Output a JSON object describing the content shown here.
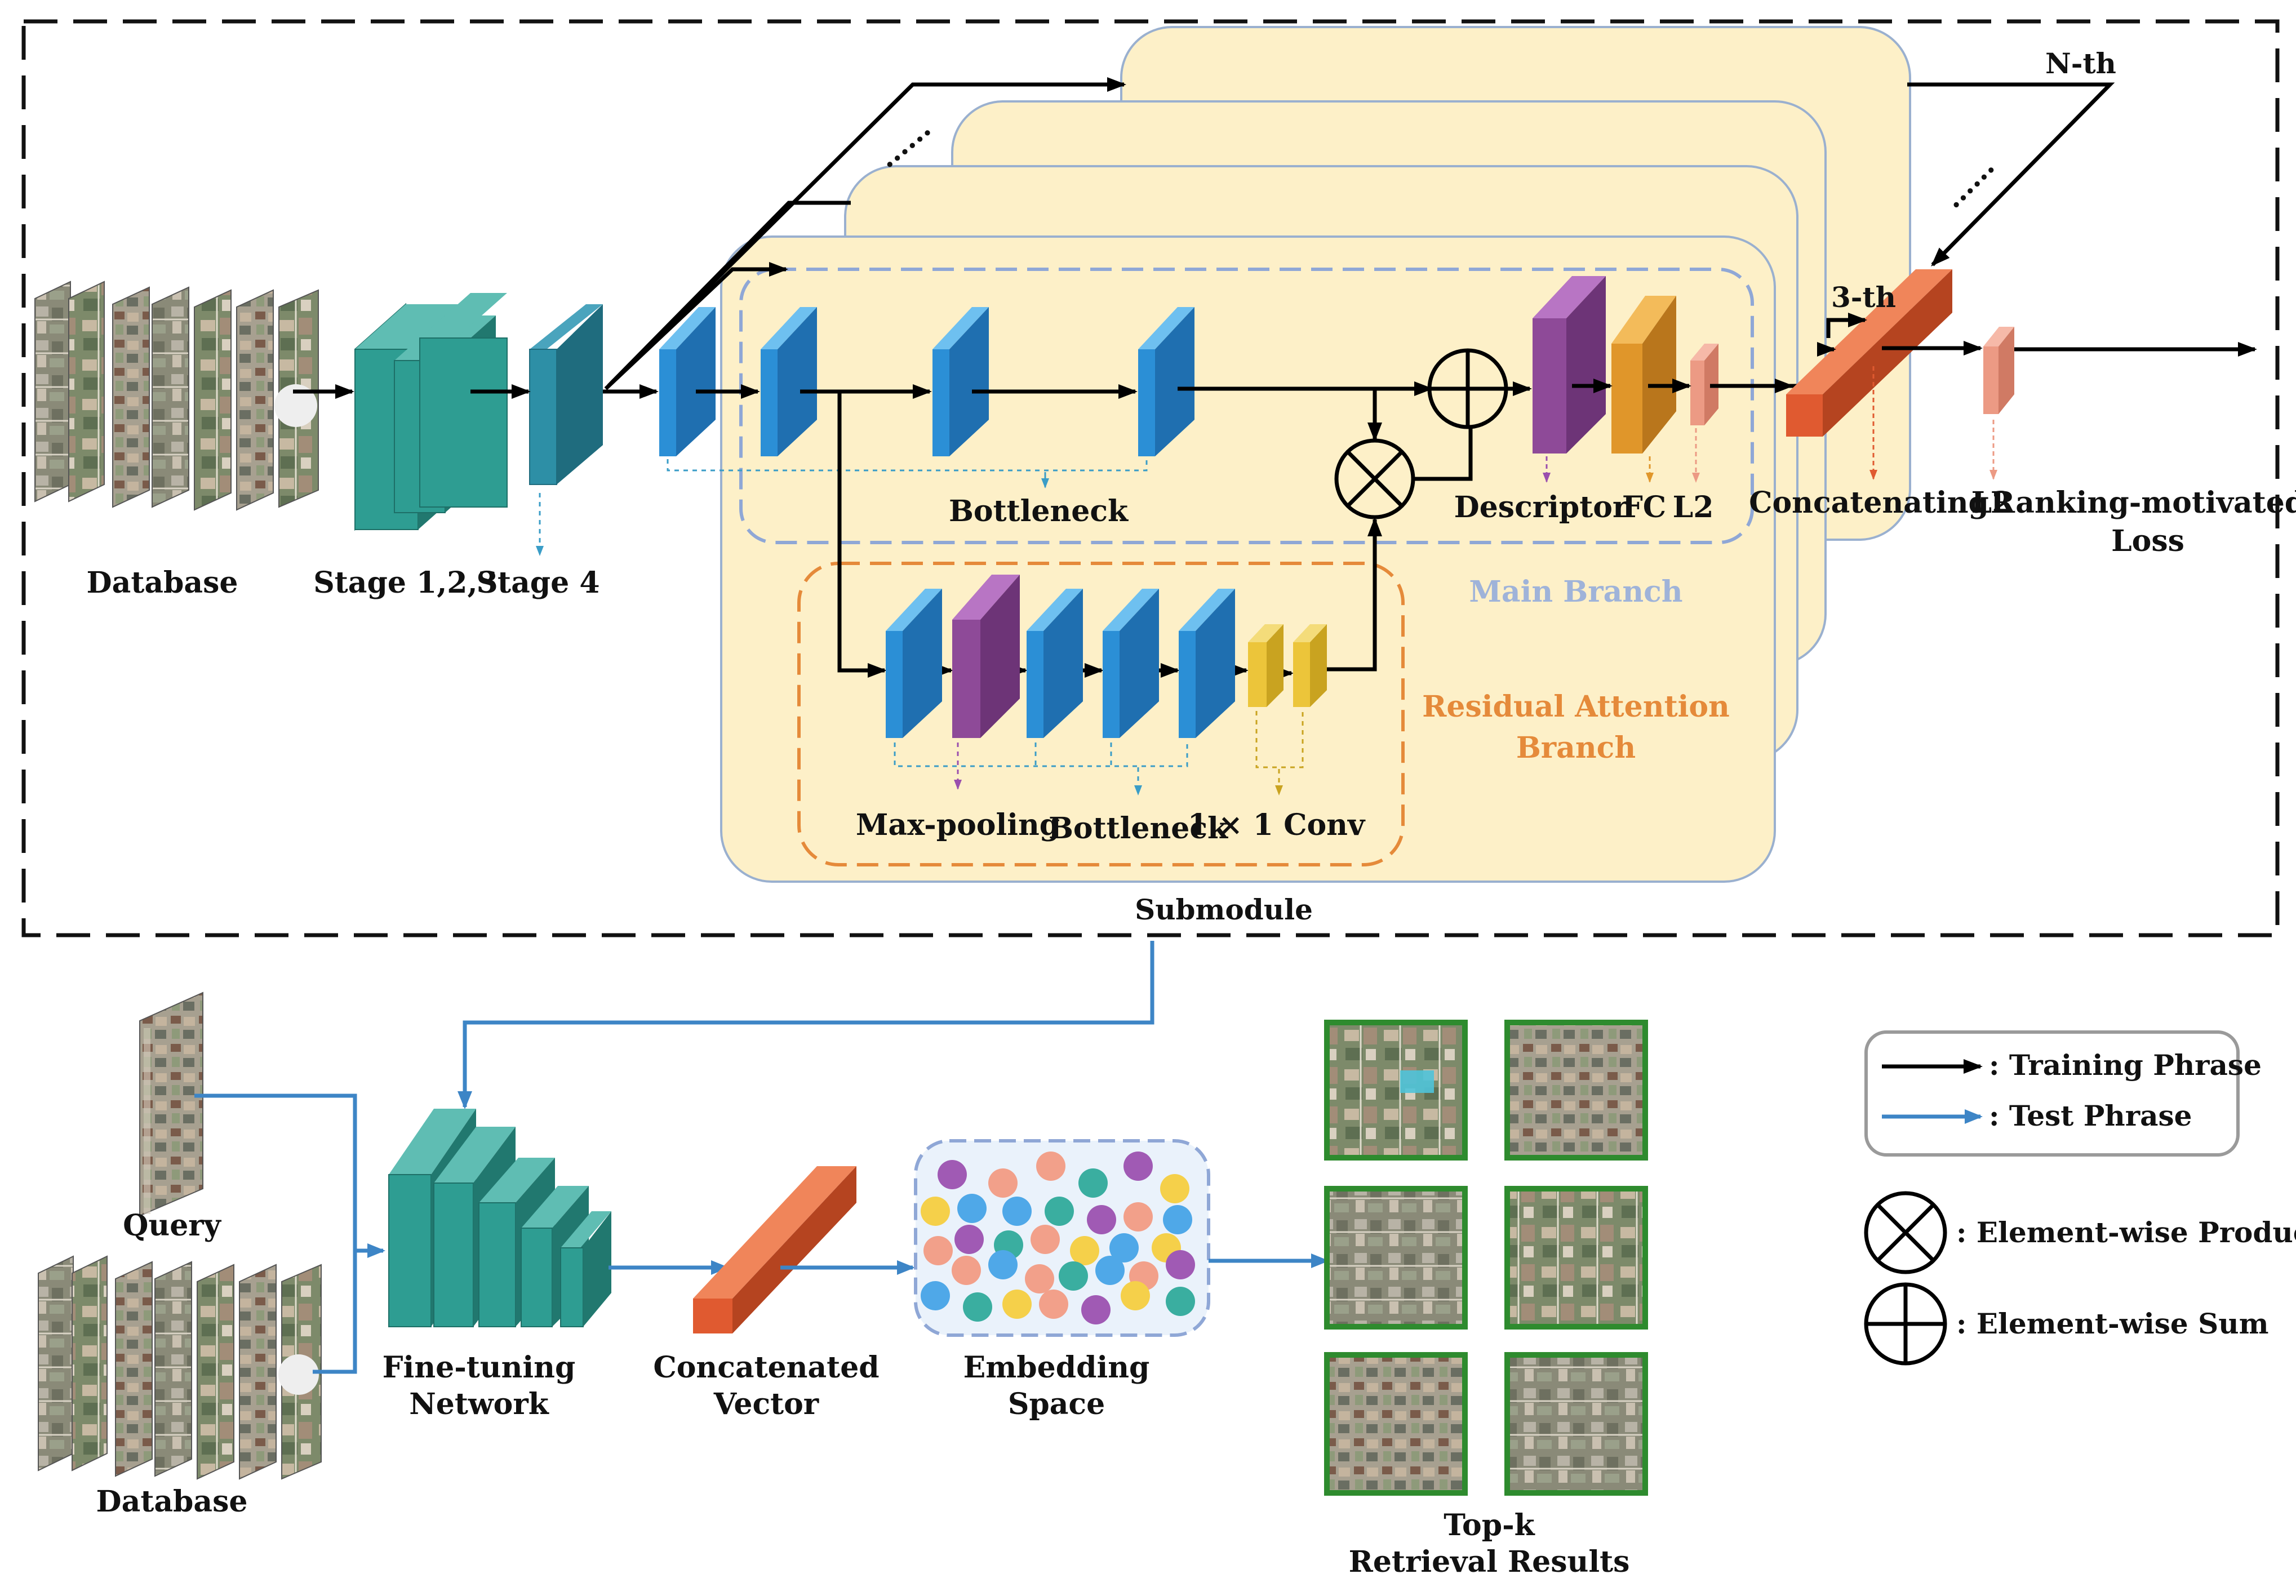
{
  "labels": {
    "database_top": "Database",
    "stage123": "Stage 1,2,3",
    "stage4": "Stage 4",
    "bottleneck_main": "Bottleneck",
    "descriptor": "Descriptor",
    "fc": "FC",
    "l2_inner": "L2",
    "concatenating": "Concatenating",
    "l2_outer": "L2",
    "ranking_loss_line1": "Ranking-motivated",
    "ranking_loss_line2": "Loss",
    "main_branch": "Main Branch",
    "residual_line1": "Residual Attention",
    "residual_line2": "Branch",
    "maxpooling": "Max-pooling",
    "bottleneck_residual": "Bottleneck",
    "conv": "1 × 1 Conv",
    "submodule": "Submodule",
    "nth": "N-th",
    "third": "3-th",
    "dots1": "......",
    "dots2": "......",
    "query": "Query",
    "database_bottom": "Database",
    "finetune_line1": "Fine-tuning",
    "finetune_line2": "Network",
    "concat_vec_line1": "Concatenated",
    "concat_vec_line2": "Vector",
    "embedding_line1": "Embedding",
    "embedding_line2": "Space",
    "topk_line1": "Top-k",
    "topk_line2": "Retrieval Results"
  },
  "legend": {
    "training": ": Training Phrase",
    "test": ": Test Phrase",
    "product": ": Element-wise Product",
    "sum": ": Element-wise Sum"
  },
  "colors": {
    "teal": "#2e9d92",
    "blue_block": "#2b8fd6",
    "purple": "#8e4a98",
    "orange_fc": "#e0962a",
    "salmon": "#ec9a84",
    "concat_red": "#e05a30",
    "yellow_conv": "#ecc53a",
    "submodule_bg": "#fdf0c8",
    "main_branch_dash": "#8fa7d6",
    "residual_dash": "#e58a3a",
    "test_arrow": "#3d85c6",
    "result_frame": "#2e8b2e"
  },
  "embedding_dot_colors": [
    "#a05ab4",
    "#f2a08a",
    "#4fa8e8",
    "#3aaea0",
    "#f5d04a"
  ]
}
